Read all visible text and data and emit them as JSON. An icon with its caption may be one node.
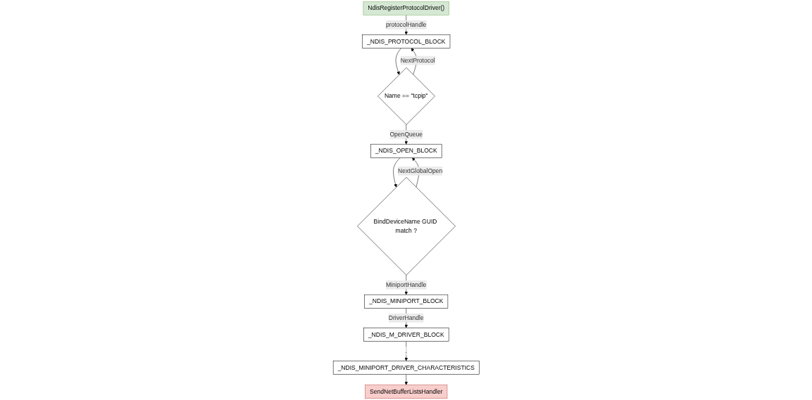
{
  "diagram": {
    "nodes": [
      {
        "text": [
          "NdisRegisterProtocolDriver()"
        ]
      },
      {
        "text": [
          "_NDIS_PROTOCOL_BLOCK"
        ]
      },
      {
        "text": [
          "Name == \"tcpip\""
        ]
      },
      {
        "text": [
          "_NDIS_OPEN_BLOCK"
        ]
      },
      {
        "text": [
          "BindDeviceName GUID match ?"
        ]
      },
      {
        "text": [
          "_NDIS_MINIPORT_BLOCK"
        ]
      },
      {
        "text": [
          "_NDIS_M_DRIVER_BLOCK"
        ]
      },
      {
        "text": [
          "_NDIS_MINIPORT_DRIVER_CHARACTERISTICS"
        ]
      },
      {
        "text": [
          "SendNetBufferListsHandler"
        ]
      }
    ],
    "edges": [
      {
        "from": 0,
        "to": 1,
        "arrow": "to",
        "label": "protocolHandle"
      },
      {
        "from": 1,
        "to": 2,
        "arrow": "to"
      },
      {
        "from": 2,
        "to": 1,
        "arrow": "to",
        "label": "NextProtocol"
      },
      {
        "from": 2,
        "to": 3,
        "arrow": "to",
        "label": "OpenQueue"
      },
      {
        "from": 3,
        "to": 4,
        "arrow": "to"
      },
      {
        "from": 4,
        "to": 3,
        "arrow": "to",
        "label": "NextGlobalOpen"
      },
      {
        "from": 4,
        "to": 5,
        "arrow": "to",
        "label": "MiniportHandle"
      },
      {
        "from": 5,
        "to": 6,
        "arrow": "to",
        "label": "DriverHandle"
      },
      {
        "from": 6,
        "to": 7,
        "arrow": "to",
        "label": "."
      },
      {
        "from": 7,
        "to": 8,
        "arrow": "to"
      }
    ]
  }
}
